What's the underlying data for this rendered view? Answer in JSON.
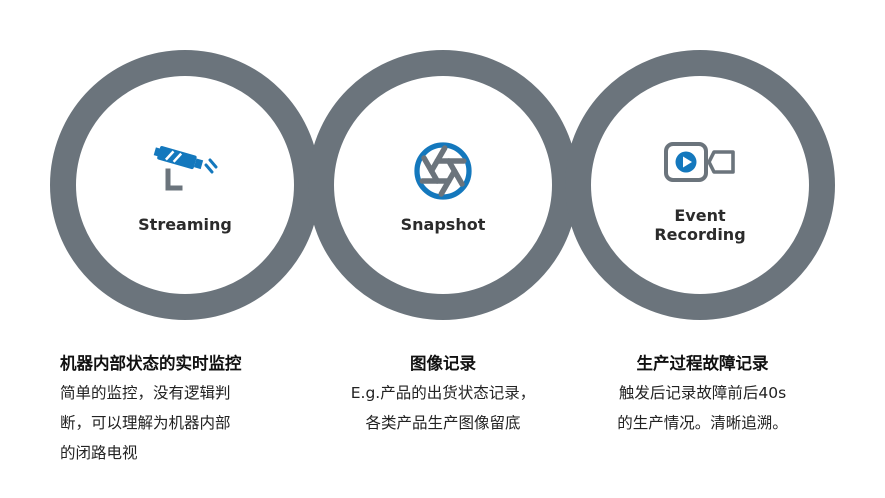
{
  "page": {
    "background": "#ffffff"
  },
  "colors": {
    "ring_gray": "#6b747c",
    "accent_blue": "#1478bd",
    "title_text": "#111111",
    "body_text": "#222222"
  },
  "features": [
    {
      "label": "Streaming",
      "icon": "cctv-camera-icon",
      "caption_title": "机器内部状态的实时监控",
      "caption_lines": [
        "简单的监控，没有逻辑判",
        "断，可以理解为机器内部",
        "的闭路电视"
      ]
    },
    {
      "label": "Snapshot",
      "icon": "aperture-icon",
      "caption_title": "图像记录",
      "caption_lines": [
        "E.g.产品的出货状态记录，",
        "各类产品生产图像留底"
      ]
    },
    {
      "label": "Event Recording",
      "icon": "video-recording-icon",
      "caption_title": "生产过程故障记录",
      "caption_lines": [
        "触发后记录故障前后40s",
        "的生产情况。清晰追溯。"
      ]
    }
  ]
}
